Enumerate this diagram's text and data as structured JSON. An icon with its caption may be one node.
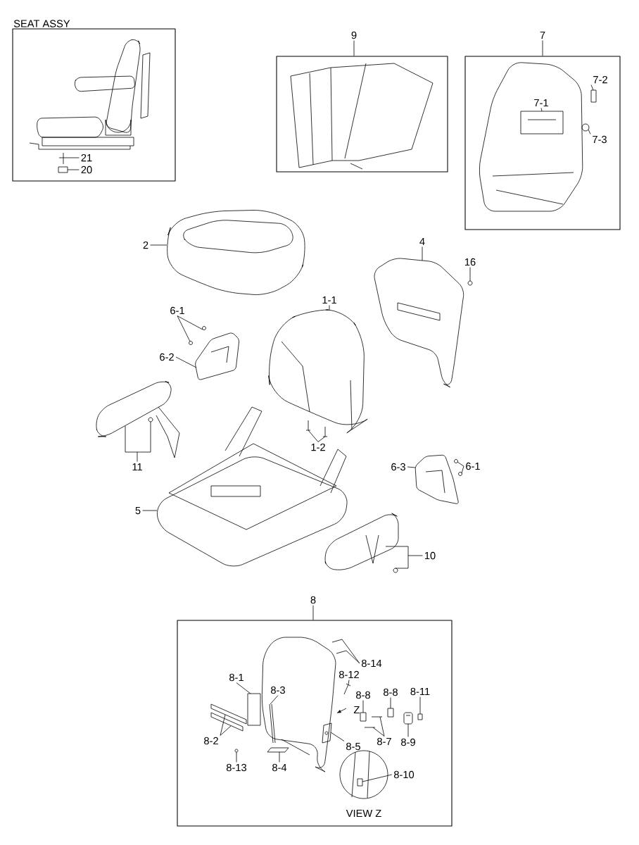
{
  "diagram": {
    "nodes": [
      {
        "text": [
          "SEAT ASSY"
        ]
      },
      {
        "text": [
          "21"
        ],
        "in": 0
      },
      {
        "text": [
          "20"
        ],
        "in": 0
      },
      {
        "text": [],
        "shape": "picture",
        "in": 0
      },
      {
        "text": [],
        "shape": "picture",
        "in": 0
      },
      {
        "text": [
          "9"
        ]
      },
      {
        "text": [],
        "shape": "box"
      },
      {
        "text": [
          "7"
        ]
      },
      {
        "text": [],
        "shape": "box"
      },
      {
        "text": [
          "7-1"
        ],
        "in": 8
      },
      {
        "text": [
          "7-2"
        ],
        "in": 8
      },
      {
        "text": [
          "7-3"
        ],
        "in": 8
      },
      {
        "text": [],
        "shape": "picture",
        "in": 8
      },
      {
        "text": [],
        "shape": "box",
        "in": 8
      },
      {
        "text": [],
        "shape": "picture",
        "in": 8
      },
      {
        "text": [
          "2"
        ]
      },
      {
        "text": [],
        "shape": "picture"
      },
      {
        "text": [
          "4"
        ]
      },
      {
        "text": [],
        "shape": "picture"
      },
      {
        "text": [
          "16"
        ]
      },
      {
        "text": [],
        "shape": "picture"
      },
      {
        "text": [
          "1-1"
        ]
      },
      {
        "text": [],
        "shape": "picture"
      },
      {
        "text": [
          "6-1"
        ]
      },
      {
        "text": [],
        "shape": "picture"
      },
      {
        "text": [],
        "shape": "picture"
      },
      {
        "text": [
          "6-2"
        ]
      },
      {
        "text": [],
        "shape": "picture"
      },
      {
        "text": [
          "1-2"
        ]
      },
      {
        "text": [],
        "shape": "picture"
      },
      {
        "text": [],
        "shape": "picture"
      },
      {
        "text": [
          "11"
        ]
      },
      {
        "text": [],
        "shape": "picture"
      },
      {
        "text": [],
        "shape": "picture"
      },
      {
        "text": [
          "6-3"
        ]
      },
      {
        "text": [],
        "shape": "picture"
      },
      {
        "text": [
          "6-1"
        ]
      },
      {
        "text": [],
        "shape": "picture"
      },
      {
        "text": [],
        "shape": "picture"
      },
      {
        "text": [
          "5"
        ]
      },
      {
        "text": [],
        "shape": "picture"
      },
      {
        "text": [
          "10"
        ]
      },
      {
        "text": [],
        "shape": "picture"
      },
      {
        "text": [],
        "shape": "picture"
      },
      {
        "text": [
          "8"
        ]
      },
      {
        "text": [],
        "shape": "box"
      },
      {
        "text": [
          "8-14"
        ],
        "in": 45
      },
      {
        "text": [],
        "shape": "picture",
        "in": 45
      },
      {
        "text": [],
        "shape": "picture",
        "in": 45
      },
      {
        "text": [
          "8-12"
        ],
        "in": 45
      },
      {
        "text": [],
        "shape": "picture",
        "in": 45
      },
      {
        "text": [
          "8-1"
        ],
        "in": 45
      },
      {
        "text": [],
        "shape": "box",
        "in": 45
      },
      {
        "text": [
          "8-3"
        ],
        "in": 45
      },
      {
        "text": [],
        "shape": "picture",
        "in": 45
      },
      {
        "text": [
          "8-8"
        ],
        "in": 45
      },
      {
        "text": [],
        "shape": "box",
        "in": 45
      },
      {
        "text": [
          "8-8"
        ],
        "in": 45
      },
      {
        "text": [],
        "shape": "box",
        "in": 45
      },
      {
        "text": [
          "8-11"
        ],
        "in": 45
      },
      {
        "text": [],
        "shape": "box",
        "in": 45
      },
      {
        "text": [
          "8-2"
        ],
        "in": 45
      },
      {
        "text": [],
        "shape": "bar",
        "in": 45
      },
      {
        "text": [],
        "shape": "bar",
        "in": 45
      },
      {
        "text": [
          "8-5"
        ],
        "in": 45
      },
      {
        "text": [],
        "shape": "picture",
        "in": 45
      },
      {
        "text": [
          "8-7"
        ],
        "in": 45
      },
      {
        "text": [],
        "shape": "picture",
        "in": 45
      },
      {
        "text": [],
        "shape": "picture",
        "in": 45
      },
      {
        "text": [
          "8-9"
        ],
        "in": 45
      },
      {
        "text": [],
        "shape": "picture",
        "in": 45
      },
      {
        "text": [
          "8-13"
        ],
        "in": 45
      },
      {
        "text": [],
        "shape": "picture",
        "in": 45
      },
      {
        "text": [
          "8-4"
        ],
        "in": 45
      },
      {
        "text": [],
        "shape": "picture",
        "in": 45
      },
      {
        "text": [
          "8-10"
        ],
        "in": 45
      },
      {
        "text": [],
        "shape": "picture",
        "in": 45
      }
    ],
    "edges": [
      {
        "from": 1,
        "to": 3,
        "arrow": "none"
      },
      {
        "from": 2,
        "to": 4,
        "arrow": "none"
      },
      {
        "from": 5,
        "to": 6,
        "arrow": "none"
      },
      {
        "from": 7,
        "to": 8,
        "arrow": "none"
      },
      {
        "from": 9,
        "to": 12,
        "arrow": "none"
      },
      {
        "from": 10,
        "to": 13,
        "arrow": "none"
      },
      {
        "from": 11,
        "to": 14,
        "arrow": "none"
      },
      {
        "from": 15,
        "to": 16,
        "arrow": "none"
      },
      {
        "from": 17,
        "to": 18,
        "arrow": "none"
      },
      {
        "from": 19,
        "to": 20,
        "arrow": "none"
      },
      {
        "from": 21,
        "to": 22,
        "arrow": "none"
      },
      {
        "from": 23,
        "to": 24,
        "arrow": "none"
      },
      {
        "from": 23,
        "to": 25,
        "arrow": "none"
      },
      {
        "from": 26,
        "to": 27,
        "arrow": "none"
      },
      {
        "from": 28,
        "to": 29,
        "arrow": "none"
      },
      {
        "from": 28,
        "to": 30,
        "arrow": "none"
      },
      {
        "from": 31,
        "to": 32,
        "arrow": "none"
      },
      {
        "from": 31,
        "to": 33,
        "arrow": "none"
      },
      {
        "from": 34,
        "to": 35,
        "arrow": "none"
      },
      {
        "from": 36,
        "to": 37,
        "arrow": "none"
      },
      {
        "from": 36,
        "to": 38,
        "arrow": "none"
      },
      {
        "from": 39,
        "to": 40,
        "arrow": "none"
      },
      {
        "from": 41,
        "to": 42,
        "arrow": "none"
      },
      {
        "from": 41,
        "to": 43,
        "arrow": "none"
      },
      {
        "from": 44,
        "to": 45,
        "arrow": "none"
      },
      {
        "from": 46,
        "to": 47,
        "arrow": "none"
      },
      {
        "from": 46,
        "to": 48,
        "arrow": "none"
      },
      {
        "from": 49,
        "to": 50,
        "arrow": "none"
      },
      {
        "from": 51,
        "to": 52,
        "arrow": "none"
      },
      {
        "from": 53,
        "to": 54,
        "arrow": "none"
      },
      {
        "from": 55,
        "to": 56,
        "arrow": "none"
      },
      {
        "from": 57,
        "to": 58,
        "arrow": "none"
      },
      {
        "from": 59,
        "to": 60,
        "arrow": "none"
      },
      {
        "from": 61,
        "to": 62,
        "arrow": "none"
      },
      {
        "from": 61,
        "to": 63,
        "arrow": "none"
      },
      {
        "from": 64,
        "to": 65,
        "arrow": "none"
      },
      {
        "from": 66,
        "to": 67,
        "arrow": "none"
      },
      {
        "from": 66,
        "to": 68,
        "arrow": "none"
      },
      {
        "from": 69,
        "to": 70,
        "arrow": "none"
      },
      {
        "from": 71,
        "to": 72,
        "arrow": "none"
      },
      {
        "from": 73,
        "to": 74,
        "arrow": "none"
      },
      {
        "from": 75,
        "to": 76,
        "arrow": "none"
      }
    ],
    "labels": [
      "Z",
      "VIEW Z"
    ]
  }
}
